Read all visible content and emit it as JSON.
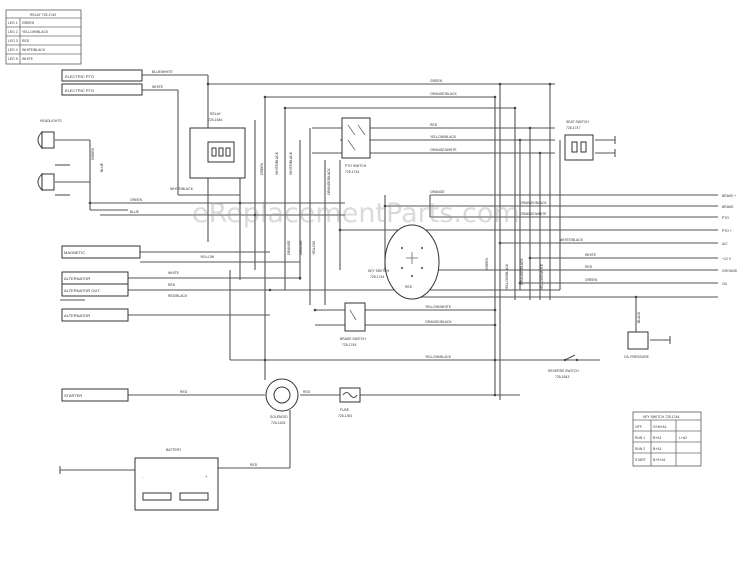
{
  "watermark": "eReplacementParts.com",
  "relay_legend": {
    "title": "RELAY 725-1740",
    "rows": [
      {
        "pin": "LEG 1",
        "color": "GREEN"
      },
      {
        "pin": "LEG 2",
        "color": "YELLOW/BLACK"
      },
      {
        "pin": "LEG 3",
        "color": "RED"
      },
      {
        "pin": "LEG 4",
        "color": "WHITE/BLACK"
      },
      {
        "pin": "LEG 5",
        "color": "WHITE"
      }
    ]
  },
  "components": {
    "electric_pto_1": "ELECTRIC PTO",
    "electric_pto_2": "ELECTRIC PTO",
    "headlights": "HEADLIGHTS",
    "relay": "RELAY",
    "relay_part": "725-1646",
    "pto_switch": "PTO SWITCH",
    "pto_switch_part": "725-1744",
    "seat_switch": "SEAT SWITCH",
    "seat_switch_part": "725-1747",
    "key_switch": "KEY SWITCH",
    "key_switch_part": "725-1744",
    "magneto": "MAGNETIC",
    "alternator_1": "ALTERNATOR",
    "alternator_2": "ALTERNATOR OUT.",
    "alternator_3": "ALTERNATOR",
    "brake_switch": "BRAKE SWITCH",
    "brake_switch_part": "725-1745",
    "reverse_switch": "REVERSE SWITCH",
    "reverse_switch_part": "725-1643",
    "oil_pressure": "OIL PRESSURE",
    "starter": "STARTER",
    "solenoid": "SOLENOID",
    "solenoid_part": "725-1426",
    "fuse": "FUSE",
    "fuse_part": "725-1391",
    "battery": "BATTERY",
    "battery_pos": "+",
    "battery_neg": "-"
  },
  "wire_labels": {
    "blue_white": "BLUE/WHITE",
    "white": "WHITE",
    "green": "GREEN",
    "orange_black": "ORANGE/BLACK",
    "red": "RED",
    "yellow_black": "YELLOW/BLACK",
    "orange_white": "ORANGE/WHITE",
    "blue": "BLUE",
    "white_black": "WHITE/BLACK",
    "orange": "ORANGE",
    "yellow": "YELLOW",
    "red_black": "RED/BLACK",
    "yellow_white": "YELLOW/WHITE",
    "black": "BLACK"
  },
  "right_terminals": [
    "BRAKE +",
    "BRAKE",
    "PTO",
    "PTO +",
    "A/C",
    "+12 V",
    "GROUND",
    "OIL"
  ],
  "key_switch_table": {
    "title": "KEY SWITCH 725-1744",
    "rows": [
      {
        "pos": "OFF",
        "contacts": "G+M+A1",
        "extra": ""
      },
      {
        "pos": "RUN 1",
        "contacts": "B+A1",
        "extra": "L+A2"
      },
      {
        "pos": "RUN 2",
        "contacts": "B+A1",
        "extra": ""
      },
      {
        "pos": "START",
        "contacts": "B+S+A1",
        "extra": ""
      }
    ]
  }
}
